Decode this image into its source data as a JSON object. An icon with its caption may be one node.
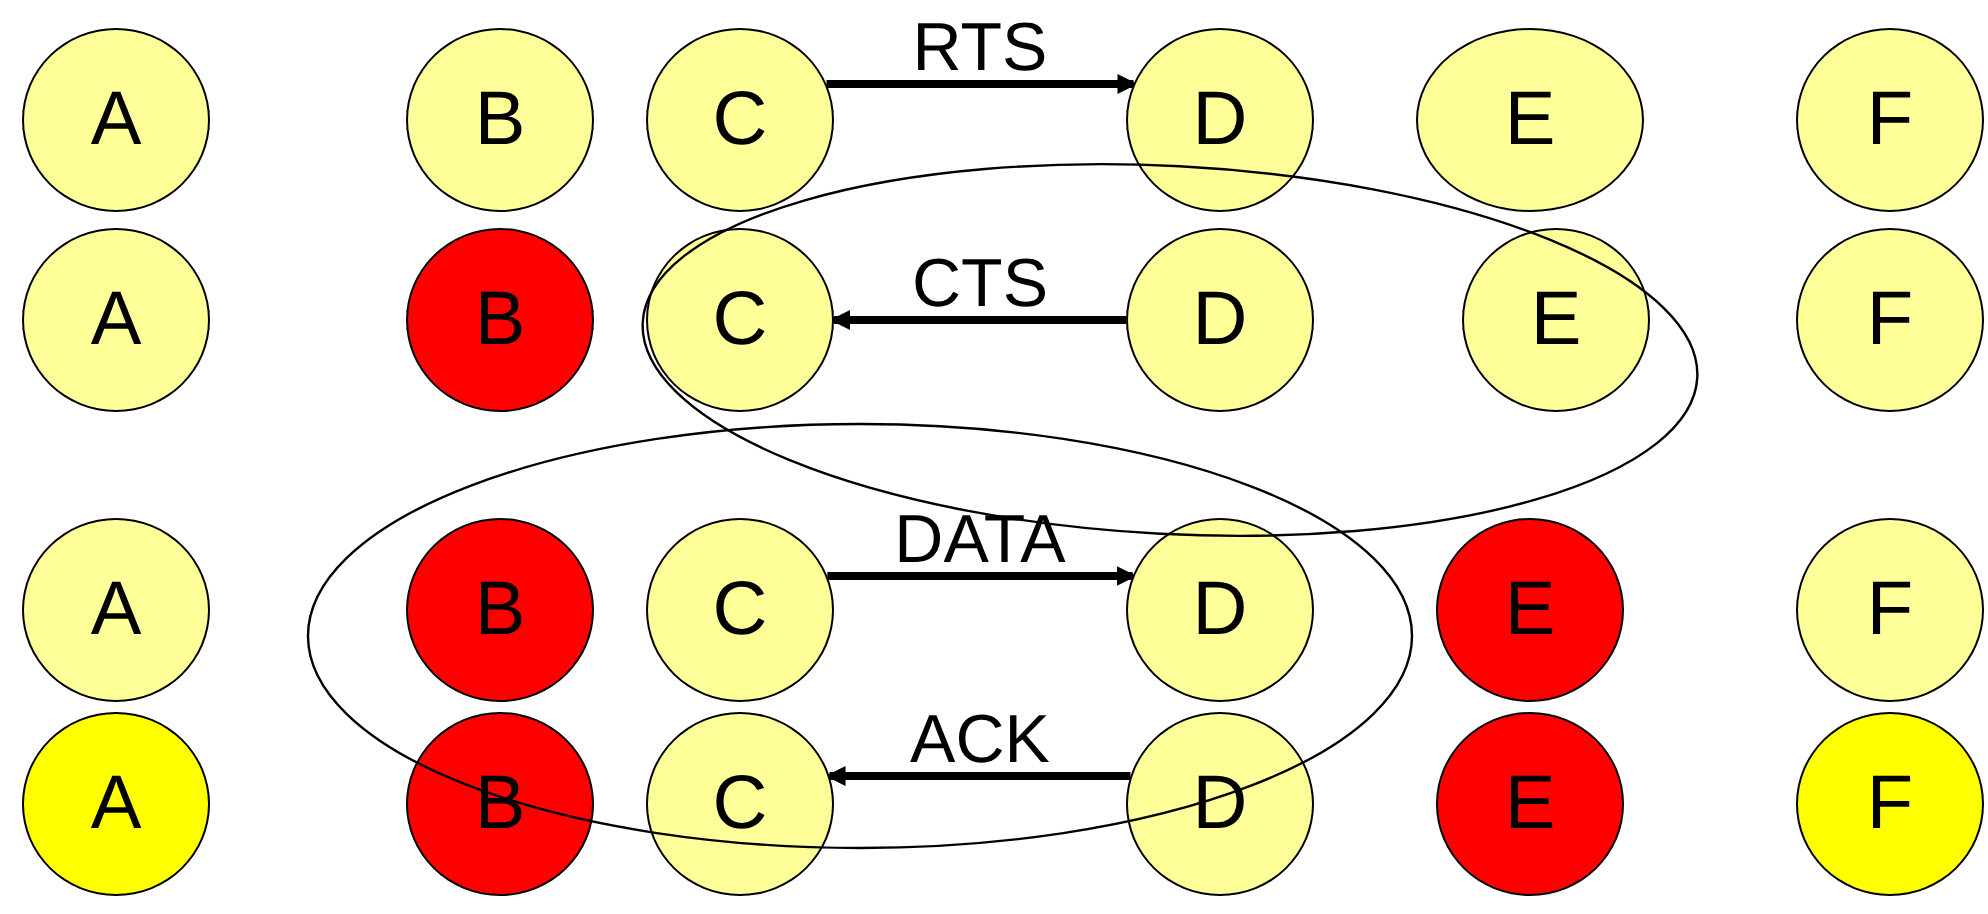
{
  "diagram": {
    "nodes": [
      {
        "text": [
          "A"
        ]
      },
      {
        "text": [
          "B"
        ]
      },
      {
        "text": [
          "C"
        ]
      },
      {
        "text": [
          "D"
        ]
      },
      {
        "text": [
          "E"
        ]
      },
      {
        "text": [
          "F"
        ]
      },
      {
        "text": [
          "A"
        ]
      },
      {
        "text": [
          "B"
        ]
      },
      {
        "text": [
          "C"
        ]
      },
      {
        "text": [
          "D"
        ]
      },
      {
        "text": [
          "E"
        ]
      },
      {
        "text": [
          "F"
        ]
      },
      {
        "text": [
          "A"
        ]
      },
      {
        "text": [
          "B"
        ]
      },
      {
        "text": [
          "C"
        ]
      },
      {
        "text": [
          "D"
        ]
      },
      {
        "text": [
          "E"
        ]
      },
      {
        "text": [
          "F"
        ]
      },
      {
        "text": [
          "A"
        ]
      },
      {
        "text": [
          "B"
        ]
      },
      {
        "text": [
          "C"
        ]
      },
      {
        "text": [
          "D"
        ]
      },
      {
        "text": [
          "E"
        ]
      },
      {
        "text": [
          "F"
        ]
      }
    ],
    "edges": [
      {
        "from": 2,
        "to": 3,
        "arrow": "to",
        "label": "RTS"
      },
      {
        "from": 9,
        "to": 8,
        "arrow": "to",
        "label": "CTS"
      },
      {
        "from": 14,
        "to": 15,
        "arrow": "to",
        "label": "DATA"
      },
      {
        "from": 21,
        "to": 20,
        "arrow": "to",
        "label": "ACK"
      }
    ]
  }
}
